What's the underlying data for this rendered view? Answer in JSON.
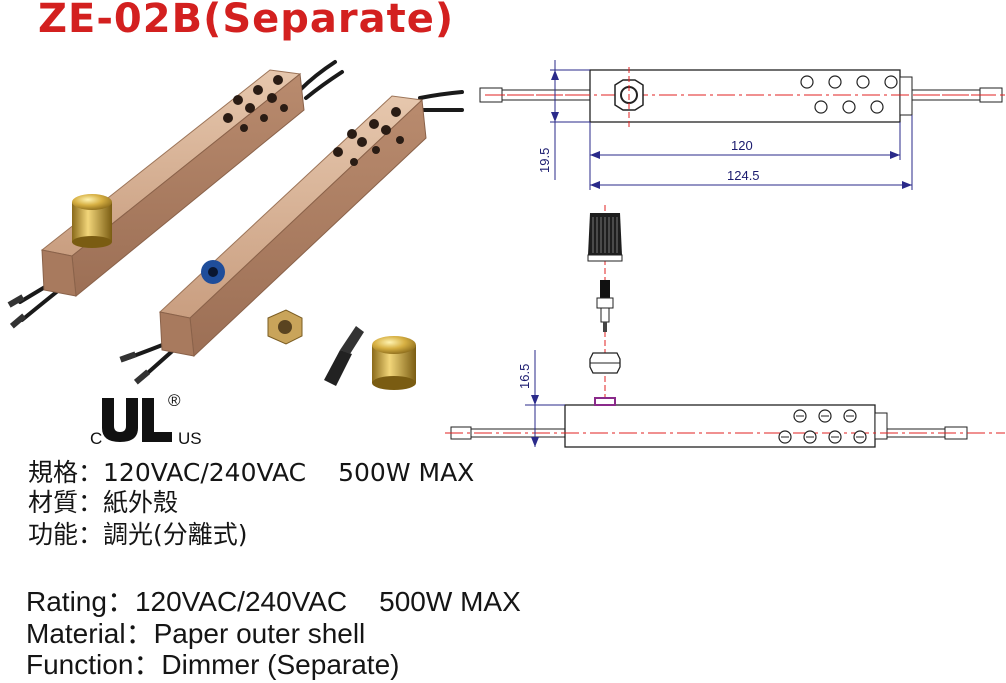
{
  "title": "ZE-02B(Separate)",
  "certification": {
    "icon": "ul-listed-mark",
    "left_letter": "C",
    "right_letters": "US",
    "registered": "®"
  },
  "drawing": {
    "dim_width_inner": "120",
    "dim_width_outer": "124.5",
    "dim_height_top": "19.5",
    "dim_height_side": "16.5"
  },
  "specs_cn": [
    {
      "label": "規格：",
      "value": "120VAC/240VAC",
      "extra": "500W MAX"
    },
    {
      "label": "材質：",
      "value": "紙外殼",
      "extra": ""
    },
    {
      "label": "功能：",
      "value": "調光(分離式)",
      "extra": ""
    }
  ],
  "specs_en": [
    {
      "label": "Rating：",
      "value": "120VAC/240VAC",
      "extra": "500W MAX"
    },
    {
      "label": "Material：",
      "value": "Paper outer shell",
      "extra": ""
    },
    {
      "label": "Function：",
      "value": "Dimmer (Separate)",
      "extra": ""
    }
  ],
  "colors": {
    "title": "#d3201f",
    "dimension_lines": "#2a2a8a",
    "center_lines": "#e02020",
    "housing": "#c9a488",
    "knob_gold": "#d6b045"
  }
}
